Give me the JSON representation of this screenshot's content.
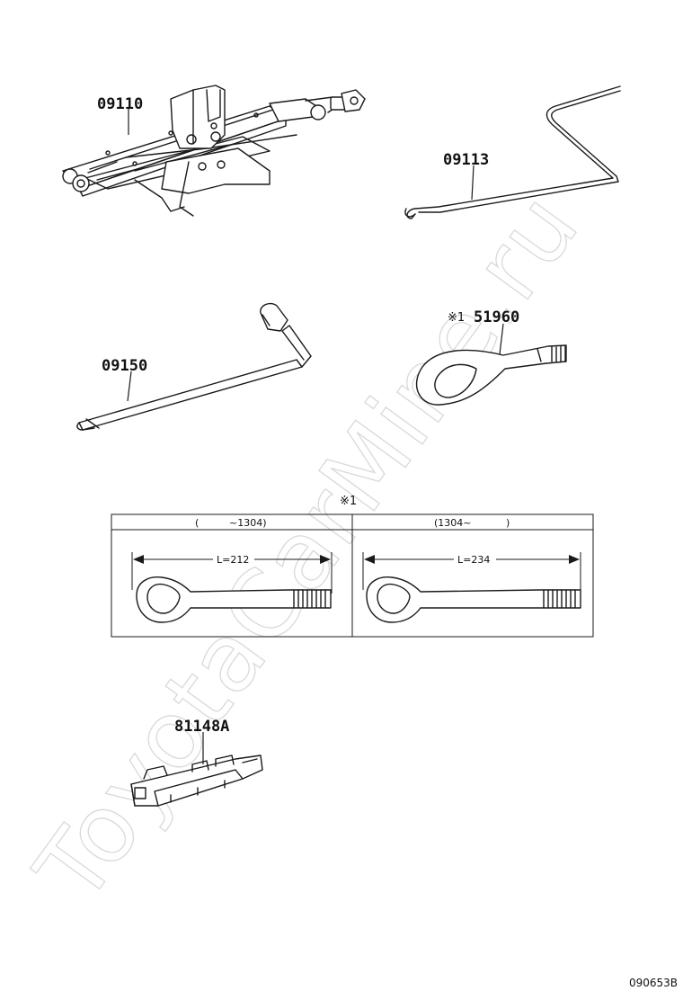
{
  "watermark": "ToyotaCarMine.ru",
  "diagram_code": "090653B",
  "parts": [
    {
      "number": "09110",
      "note_mark": ""
    },
    {
      "number": "09113",
      "note_mark": ""
    },
    {
      "number": "09150",
      "note_mark": ""
    },
    {
      "number": "51960",
      "note_mark": "※1"
    },
    {
      "number": "81148A",
      "note_mark": ""
    }
  ],
  "note_table": {
    "mark": "※1",
    "columns": [
      {
        "header_open": "(",
        "header_range": "~1304)",
        "dimension": "L=212"
      },
      {
        "header_open": "(1304~",
        "header_range": ")",
        "dimension": "L=234"
      }
    ]
  }
}
